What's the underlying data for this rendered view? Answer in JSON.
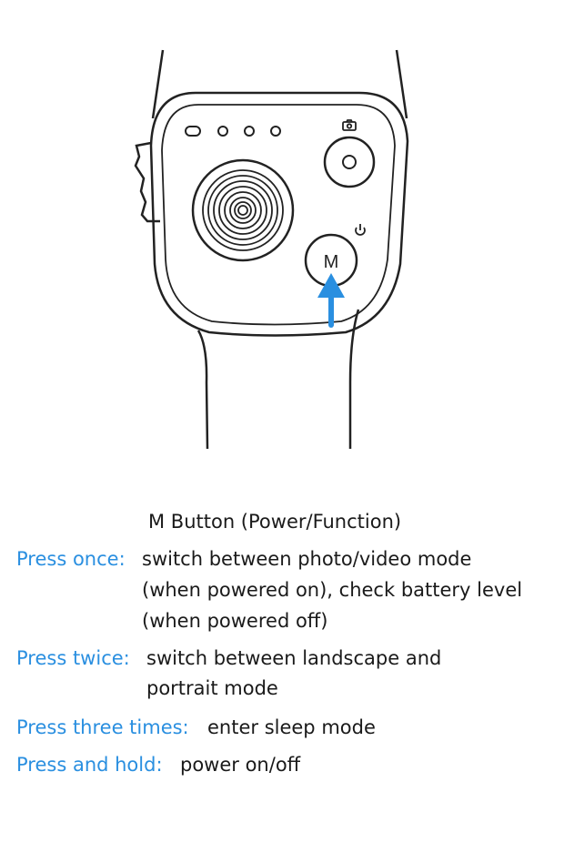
{
  "diagram": {
    "button_label": "M",
    "accent_color": "#2a8fe0",
    "icons": [
      "camera-icon",
      "power-icon",
      "joystick",
      "indicator-lights",
      "shutter-button",
      "arrow-up-icon"
    ]
  },
  "title": "M Button (Power/Function)",
  "instructions": [
    {
      "action": "Press once:",
      "lines": [
        "switch between photo/video mode",
        "(when powered on), check battery level",
        "(when powered off)"
      ]
    },
    {
      "action": "Press twice:",
      "lines": [
        "switch between landscape and",
        "portrait mode"
      ]
    },
    {
      "action": "Press three times:",
      "lines": [
        "enter sleep mode"
      ]
    },
    {
      "action": "Press and hold:",
      "lines": [
        "power on/off"
      ]
    }
  ]
}
